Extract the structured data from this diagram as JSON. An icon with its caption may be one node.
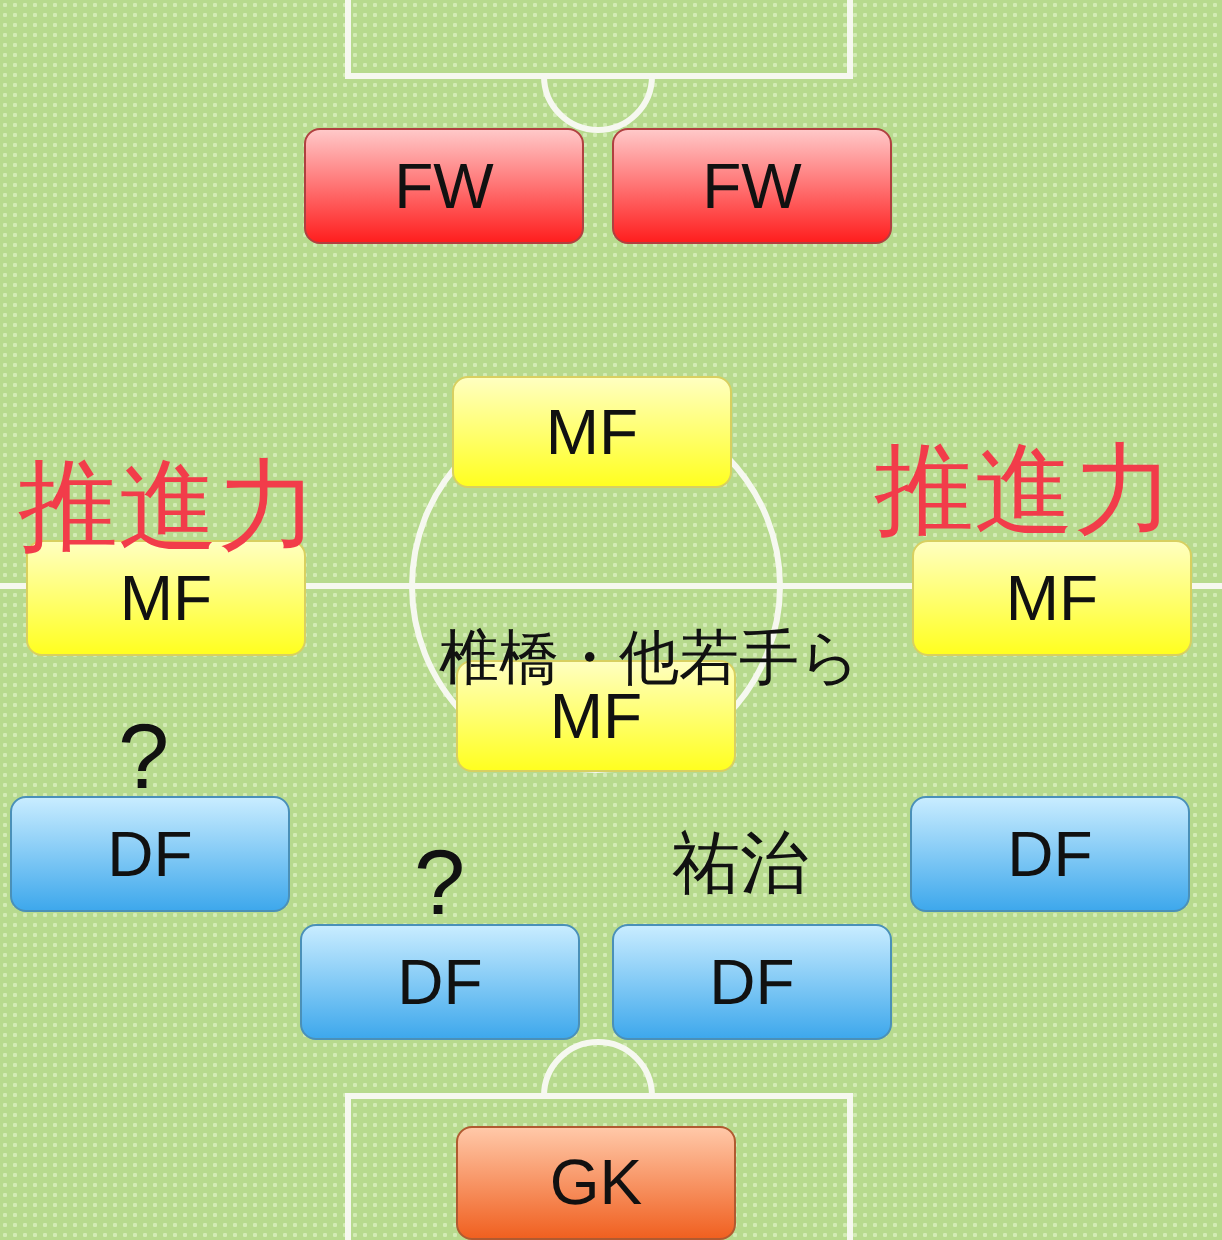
{
  "diagram": {
    "nodes": [
      {
        "text": [
          "FW"
        ]
      },
      {
        "text": [
          "FW"
        ]
      },
      {
        "text": [
          "MF"
        ]
      },
      {
        "text": [
          "MF"
        ]
      },
      {
        "text": [
          "MF"
        ]
      },
      {
        "text": [
          "MF"
        ]
      },
      {
        "text": [
          "DF"
        ]
      },
      {
        "text": [
          "DF"
        ]
      },
      {
        "text": [
          "DF"
        ]
      },
      {
        "text": [
          "DF"
        ]
      },
      {
        "text": [
          "GK"
        ]
      }
    ],
    "labels": [
      "推進力",
      "推進力",
      "椎橋・他若手ら",
      "?",
      "祐治",
      "?"
    ]
  }
}
